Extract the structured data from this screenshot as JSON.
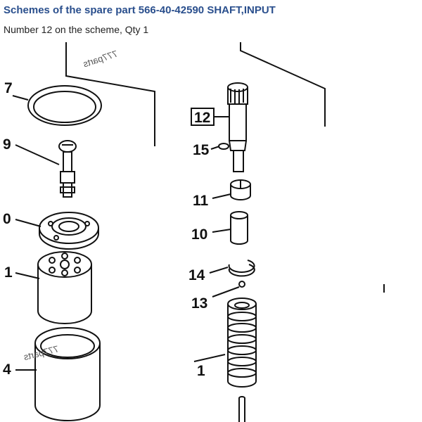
{
  "header": {
    "title": "Schemes of the spare part 566-40-42590 SHAFT,INPUT",
    "subtitle": "Number 12 on the scheme, Qty 1"
  },
  "callouts": {
    "c7": "7",
    "c9": "9",
    "c10left": "0",
    "c11left": "1",
    "c14left": "4",
    "c12": "12",
    "c15": "15",
    "c11": "11",
    "c10": "10",
    "c14": "14",
    "c13": "13",
    "c1": "1"
  },
  "watermarks": {
    "top": "777parts",
    "bottom": "777parts"
  }
}
